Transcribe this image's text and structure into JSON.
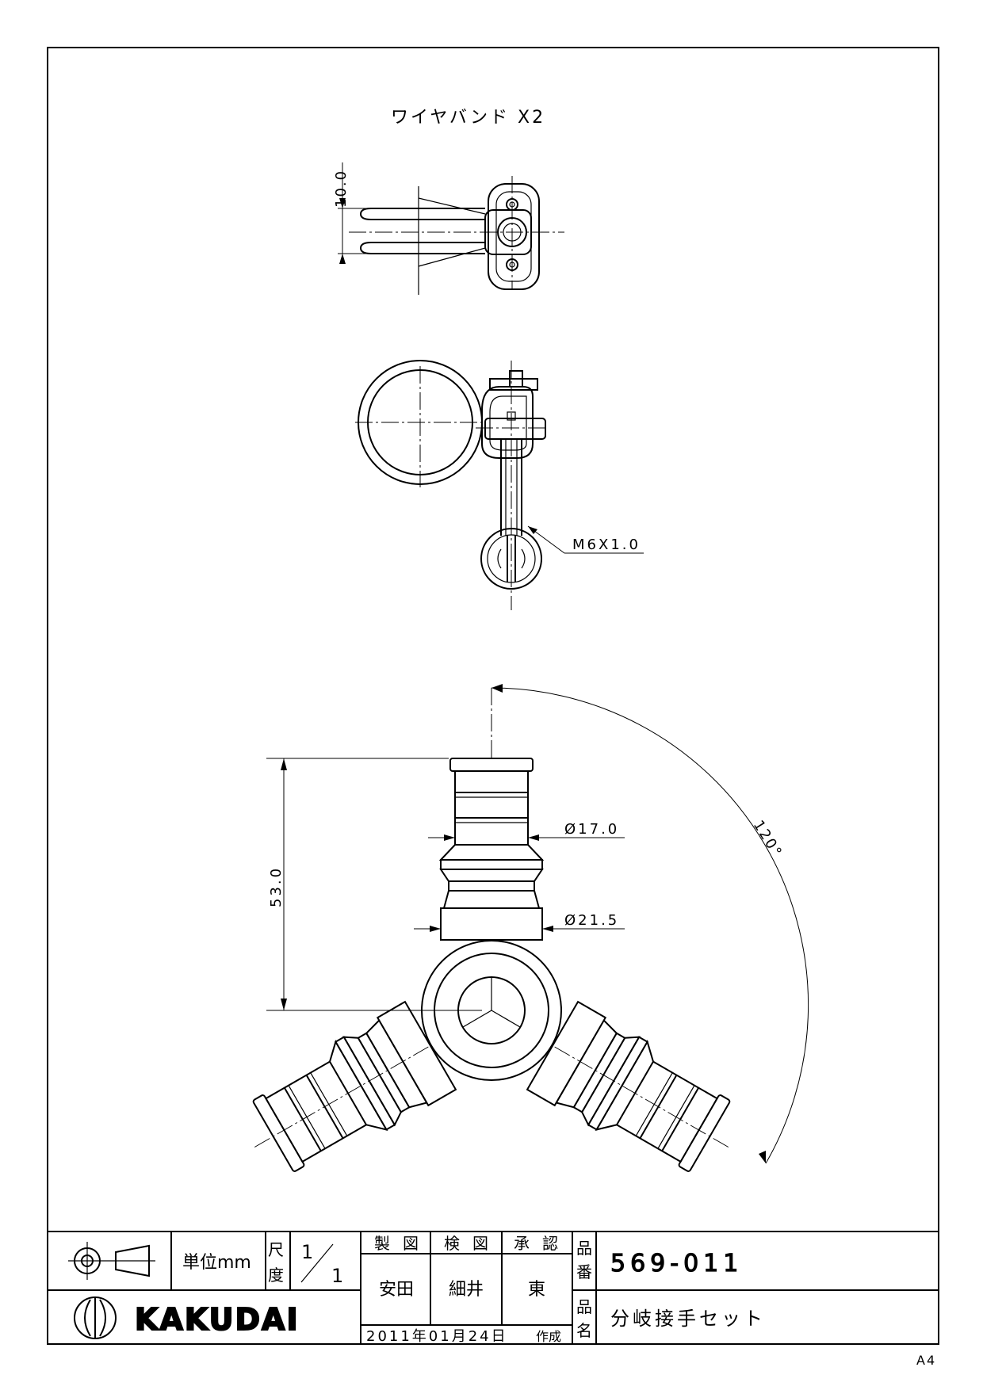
{
  "drawing": {
    "top_label": "ワイヤバンド X2",
    "dim_band_width": "10.0",
    "thread_callout": "M6X1.0",
    "dim_diameter_outer": "Ø17.0",
    "dim_diameter_inner": "Ø21.5",
    "dim_length": "53.0",
    "dim_angle": "120°"
  },
  "title_block": {
    "unit_label": "単位mm",
    "scale_label": "尺度",
    "scale_value_num": "1",
    "scale_value_den": "1",
    "drawn_label": "製図",
    "checked_label": "検図",
    "approved_label": "承認",
    "drawn_by": "安田",
    "checked_by": "細井",
    "approved_by": "東",
    "part_number_label": "品番",
    "part_number": "569-011",
    "part_name_label": "品名",
    "part_name": "分岐接手セット",
    "date": "2011年01月24日",
    "date_suffix": "作成",
    "logo_text": "KAKUDAI",
    "paper_size": "A4"
  }
}
